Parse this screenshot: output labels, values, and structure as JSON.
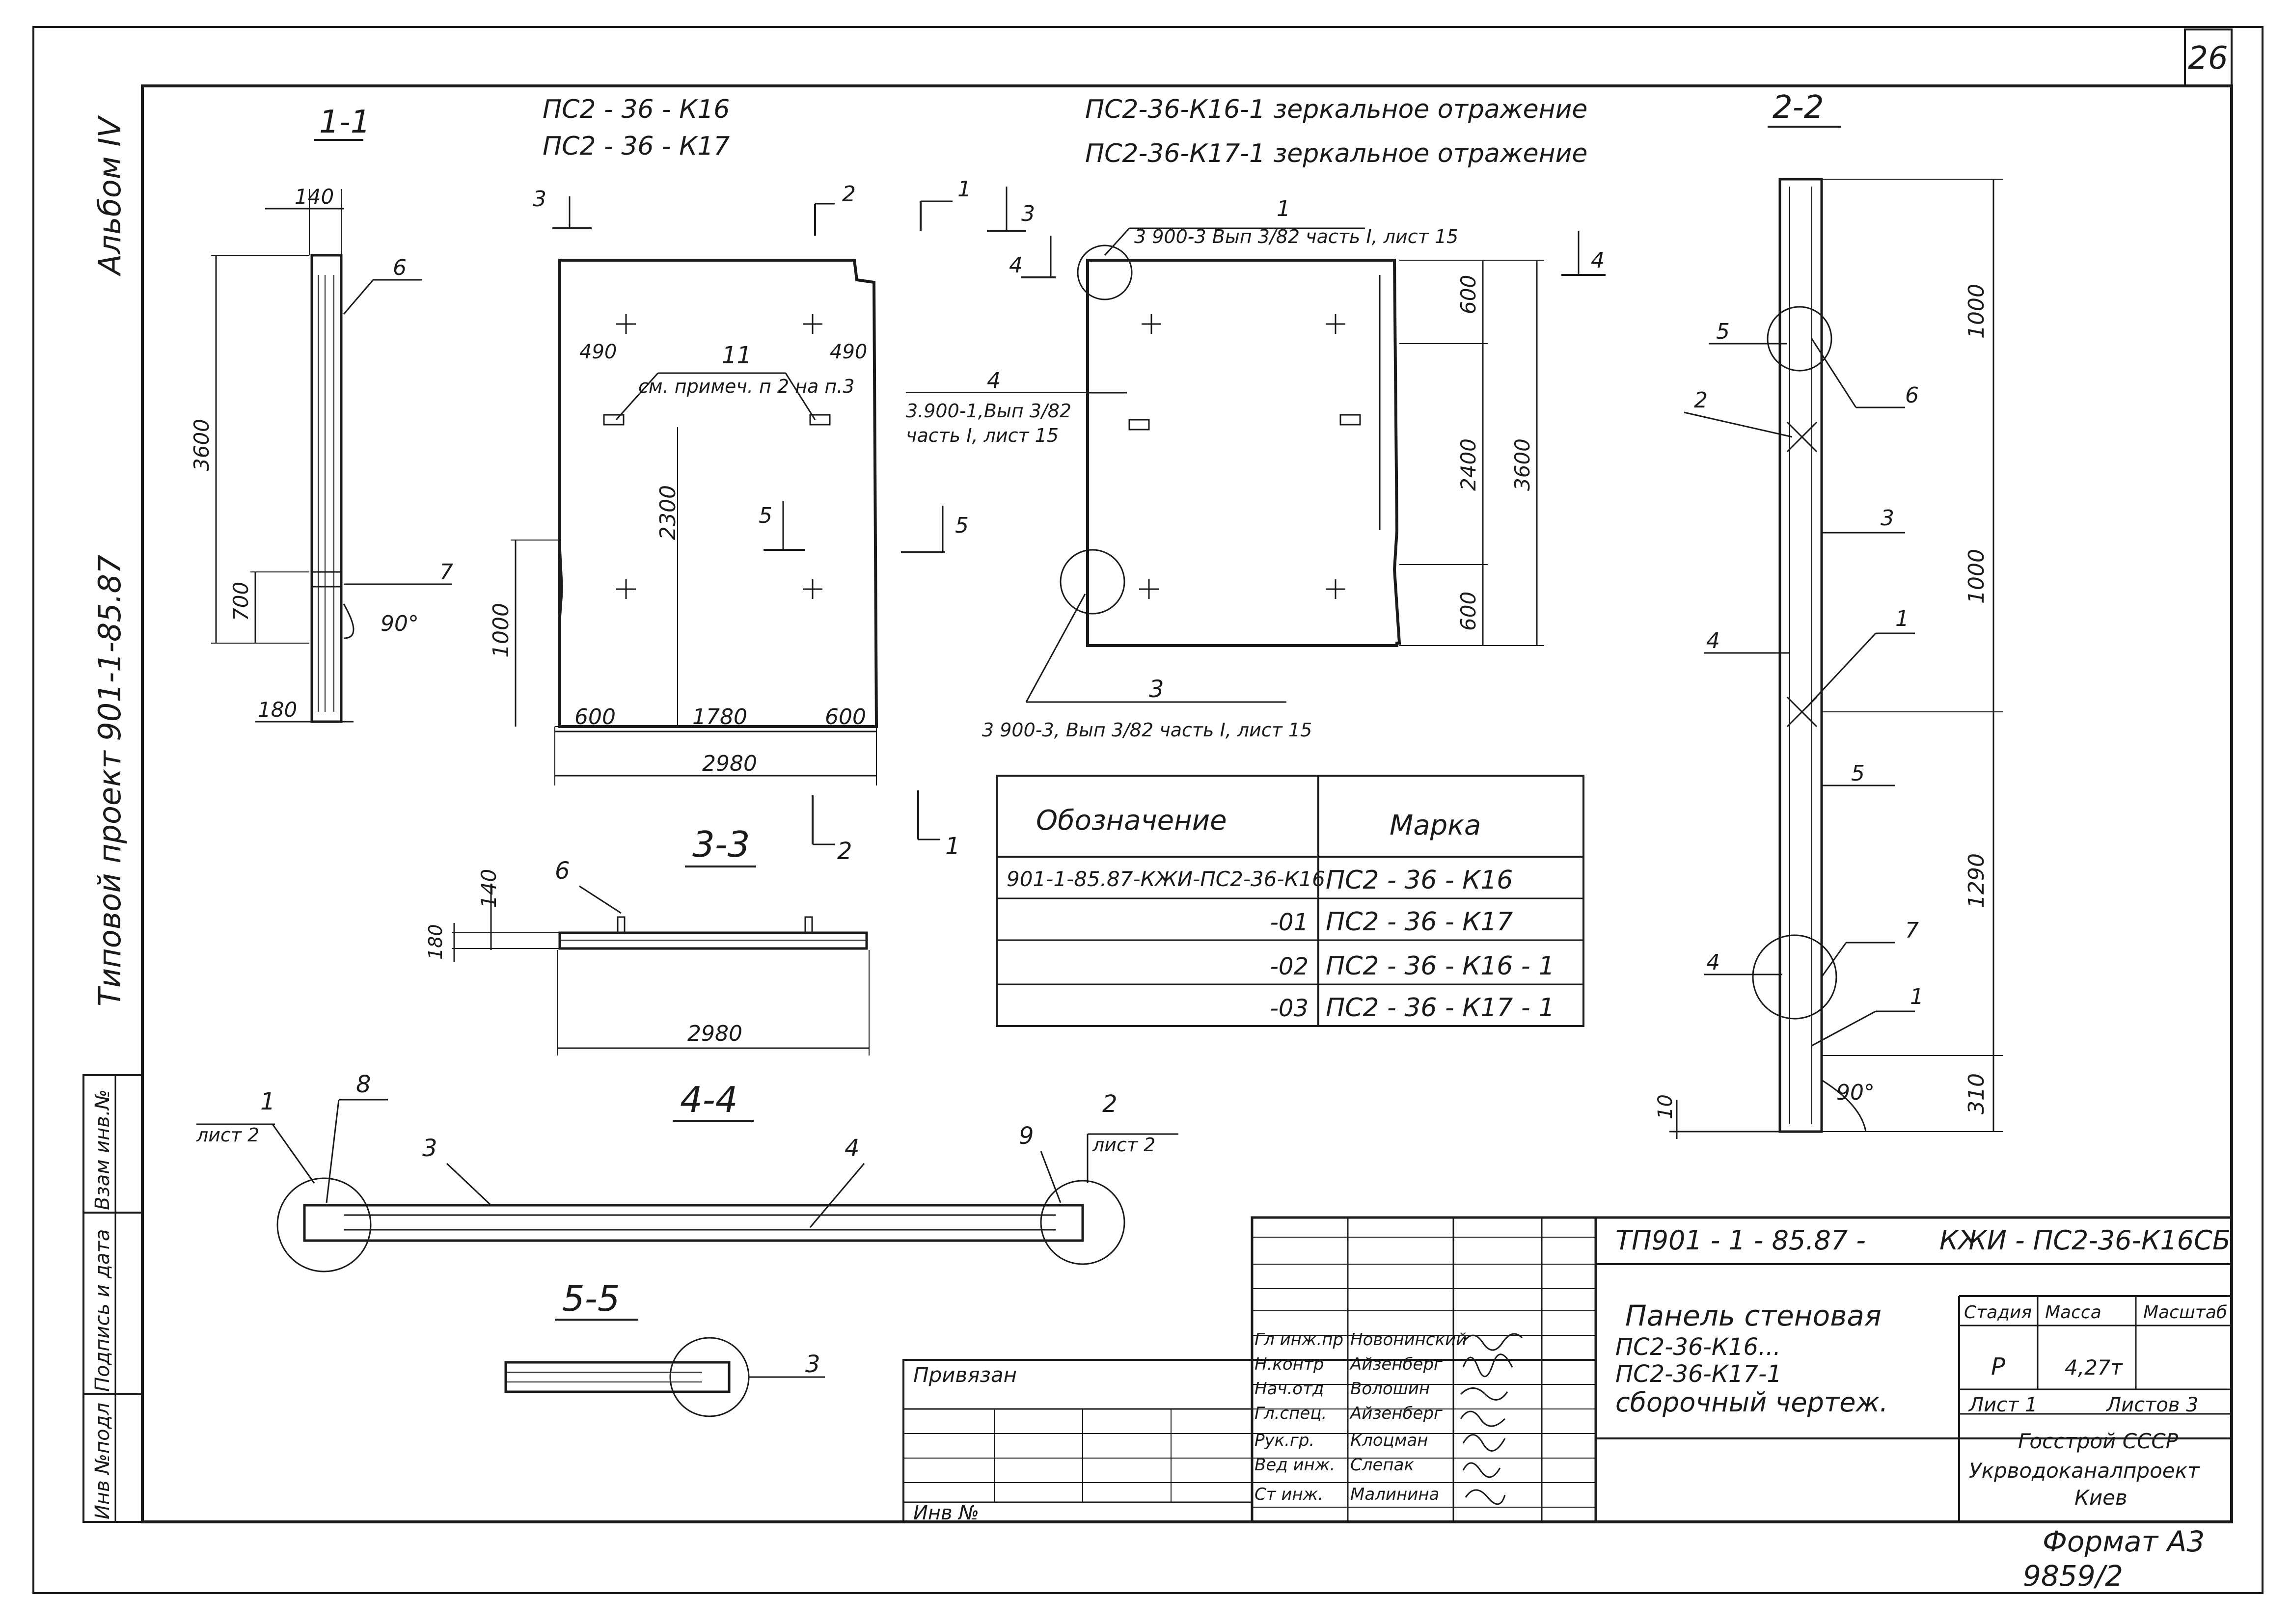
{
  "sheet": {
    "page_number": "26",
    "album": "Альбом IV",
    "project": "Типовой проект 901-1-85.87",
    "format": "Формат А3",
    "inventory": "9859/2"
  },
  "side_stamp": {
    "cells": [
      "Взам инв.№",
      "Подпись и дата",
      "Инв №подл"
    ]
  },
  "header": {
    "mark_1": "ПС2 - 36 - К16",
    "mark_2": "ПС2 - 36 - К17",
    "mirror_1": "ПС2-36-К16-1  зеркальное отражение",
    "mirror_2": "ПС2-36-К17-1  зеркальное отражение"
  },
  "sections": {
    "s11": "1-1",
    "s22": "2-2",
    "s33": "3-3",
    "s44": "4-4",
    "s55": "5-5"
  },
  "section_1_1": {
    "dims": [
      "140",
      "3600",
      "700",
      "180"
    ],
    "callouts": [
      "6",
      "7"
    ],
    "angle": "90°"
  },
  "front_view": {
    "dims": [
      "490",
      "490",
      "2300",
      "1000",
      "600",
      "1780",
      "600",
      "2980"
    ],
    "note_num": "11",
    "note": "см. примеч. п 2  на п.3",
    "cut_marks": [
      "3",
      "2",
      "1",
      "3",
      "5",
      "5"
    ]
  },
  "mirror_view": {
    "top_callout": "1",
    "top_ref": "3 900-3 Вып 3/82 часть I, лист 15",
    "left_callout": "4",
    "left_ref_1": "3.900-1,Вып 3/82",
    "left_ref_2": "часть I, лист 15",
    "bottom_callout": "3",
    "bottom_ref": "3 900-3, Вып 3/82 часть I, лист 15",
    "dims": [
      "600",
      "2400",
      "3600",
      "600"
    ],
    "cut_marks": [
      "4",
      "4"
    ]
  },
  "section_2_2": {
    "dims": [
      "1000",
      "1000",
      "1290",
      "310",
      "10"
    ],
    "callouts": [
      "5",
      "6",
      "2",
      "3",
      "4",
      "1",
      "5",
      "4",
      "7",
      "1"
    ],
    "angle": "90°"
  },
  "section_3_3": {
    "dims": [
      "140",
      "180",
      "2980"
    ],
    "callout": "6",
    "cut_marks": [
      "2",
      "1"
    ]
  },
  "section_4_4": {
    "callouts": [
      "1",
      "8",
      "3",
      "4",
      "9",
      "2"
    ],
    "sheet_refs": [
      "лист 2",
      "лист 2"
    ]
  },
  "section_5_5": {
    "callout": "3"
  },
  "spec_table": {
    "headers": [
      "Обозначение",
      "Марка"
    ],
    "rows": [
      {
        "designation": "901-1-85.87-КЖИ-ПС2-36-К16",
        "mark": "ПС2 - 36 - К16"
      },
      {
        "designation": "-01",
        "mark": "ПС2 - 36 - К17"
      },
      {
        "designation": "-02",
        "mark": "ПС2 - 36 - К16 - 1"
      },
      {
        "designation": "-03",
        "mark": "ПС2 - 36 - К17 - 1"
      }
    ]
  },
  "title_block": {
    "code": "ТП901 - 1 - 85.87 -",
    "code_2": "КЖИ - ПС2-36-К16СБ",
    "title_1": "Панель стеновая",
    "title_2": "ПС2-36-К16...",
    "title_3": "ПС2-36-К17-1",
    "title_4": "сборочный  чертеж.",
    "stage_header": "Стадия",
    "mass_header": "Масса",
    "scale_header": "Масштаб",
    "stage": "Р",
    "mass": "4,27т",
    "sheet": "Лист 1",
    "sheets": "Листов 3",
    "org_1": "Госстрой СССР",
    "org_2": "Укрводоканалпроект",
    "org_3": "Киев",
    "linked": "Привязан",
    "inv_no": "Инв №",
    "staff": [
      {
        "role": "Гл инж.пр",
        "name": "Новонинский"
      },
      {
        "role": "Н.контр",
        "name": "Айзенберг"
      },
      {
        "role": "Нач.отд",
        "name": "Волошин"
      },
      {
        "role": "Гл.спец.",
        "name": "Айзенберг"
      },
      {
        "role": "Рук.гр.",
        "name": "Клоцман"
      },
      {
        "role": "Вед инж.",
        "name": "Слепак"
      },
      {
        "role": "Ст инж.",
        "name": "Малинина"
      }
    ]
  }
}
